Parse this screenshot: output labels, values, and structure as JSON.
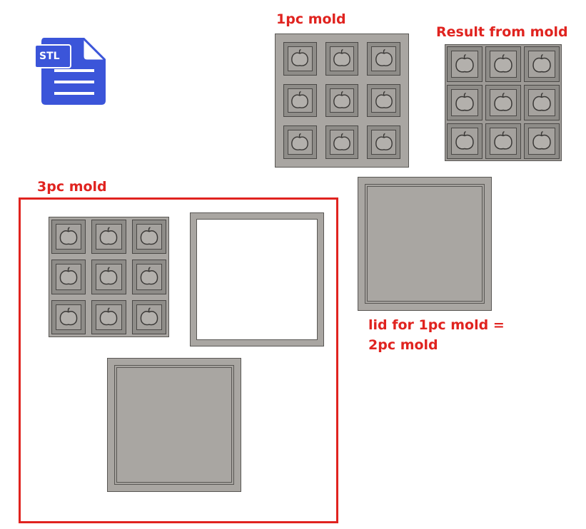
{
  "icon": {
    "name": "stl-file-icon",
    "tag_text": "STL",
    "color": "#3b55d9"
  },
  "labels": {
    "one_pc": "1pc mold",
    "result": "Result from mold",
    "three_pc": "3pc mold",
    "lid_line1": "lid for 1pc mold =",
    "lid_line2": "2pc mold"
  },
  "colors": {
    "label_red": "#e0231f",
    "mold_gray": "#a9a6a2",
    "edge": "#595754"
  },
  "grid": {
    "rows": 3,
    "cols": 3,
    "cell_icon": "pumpkin-icon"
  }
}
